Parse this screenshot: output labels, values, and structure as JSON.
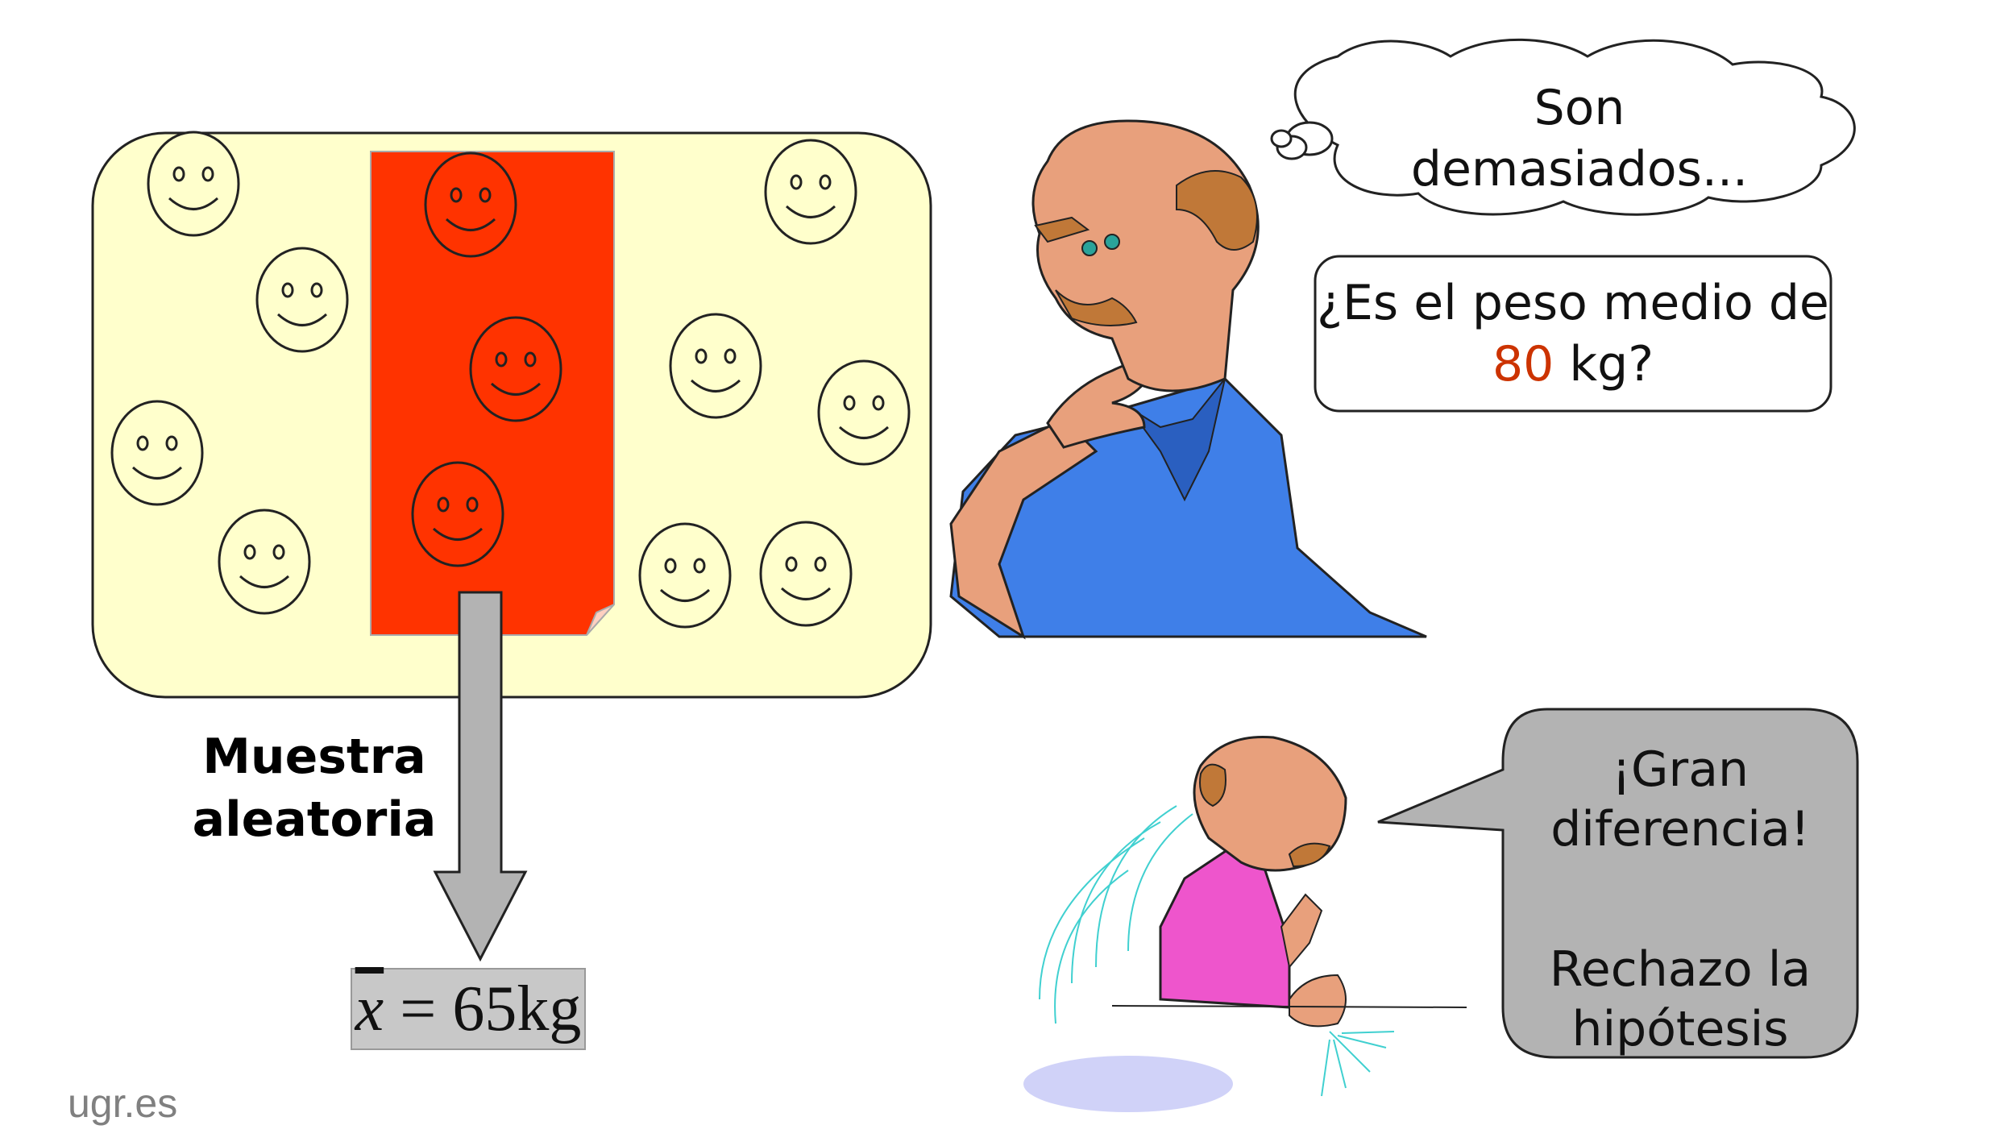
{
  "sample_label": {
    "line1": "Muestra",
    "line2": "aleatoria"
  },
  "sample_mean": {
    "symbol": "x",
    "equals": "=",
    "value": "65",
    "unit": "kg"
  },
  "thought_bubble": {
    "line1": "Son",
    "line2": "demasiados..."
  },
  "question_box": {
    "line1": "¿Es el peso medio de",
    "line2_value": "80",
    "line2_rest": " kg?"
  },
  "speech_bubble": {
    "line1": "¡Gran",
    "line2": "diferencia!",
    "line3": "Rechazo la",
    "line4": "hipótesis"
  },
  "watermark": "ugr.es",
  "colors": {
    "population_bg": "#ffffcc",
    "sample_bg": "#ff3300",
    "highlight_value": "#cc3300",
    "arrow": "#b3b3b3",
    "speech_bg": "#b3b3b3",
    "shirt_blue": "#3f7fe8",
    "shirt_pink": "#ee55cc",
    "skin": "#e8a07c"
  },
  "icons": [
    "smiley-icon",
    "thinking-man-icon",
    "pointing-man-icon",
    "cloud-icon",
    "down-arrow-icon"
  ]
}
